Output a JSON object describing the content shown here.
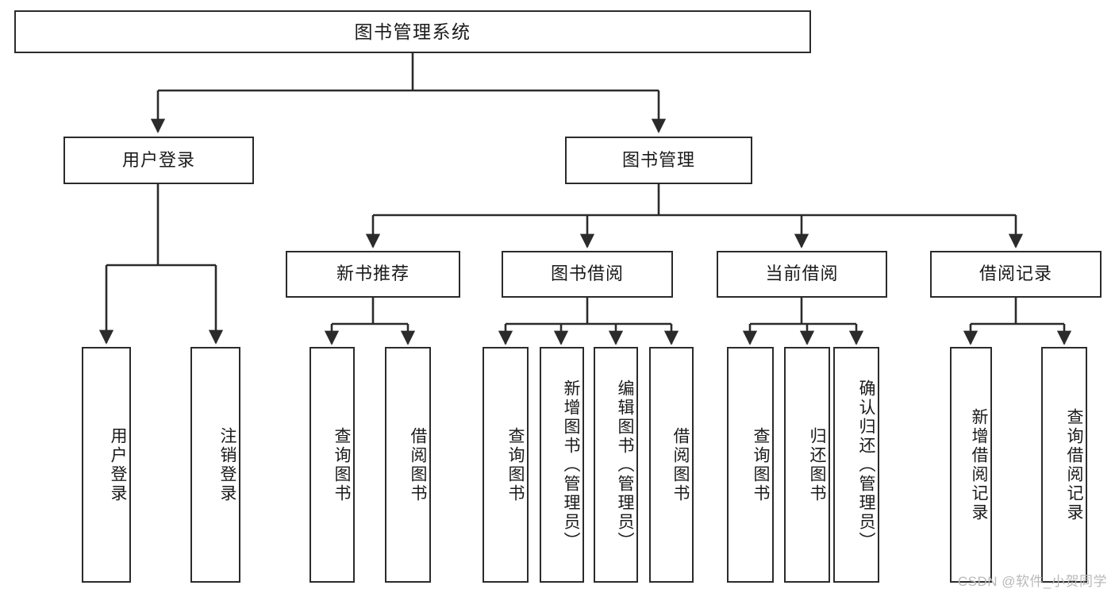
{
  "diagram": {
    "title": "图书管理系统",
    "type": "tree-hierarchy-chart",
    "colors": {
      "box_border": "#2b2b2b",
      "box_fill": "#ffffff",
      "edge": "#2b2b2b",
      "background": "#ffffff",
      "watermark": "#b9b9b9"
    },
    "root": {
      "label": "图书管理系统"
    },
    "level1": [
      {
        "label": "用户登录"
      },
      {
        "label": "图书管理"
      }
    ],
    "level2": [
      {
        "label": "新书推荐"
      },
      {
        "label": "图书借阅"
      },
      {
        "label": "当前借阅"
      },
      {
        "label": "借阅记录"
      }
    ],
    "leaves": {
      "user_login": [
        {
          "label": "用户登录"
        },
        {
          "label": "注销登录"
        }
      ],
      "new_book_recommend": [
        {
          "label": "查询图书"
        },
        {
          "label": "借阅图书"
        }
      ],
      "book_borrow": [
        {
          "label": "查询图书"
        },
        {
          "label": "新增图书（管理员）"
        },
        {
          "label": "编辑图书（管理员）"
        },
        {
          "label": "借阅图书"
        }
      ],
      "current_borrow": [
        {
          "label": "查询图书"
        },
        {
          "label": "归还图书"
        },
        {
          "label": "确认归还（管理员）"
        }
      ],
      "borrow_record": [
        {
          "label": "新增借阅记录"
        },
        {
          "label": "查询借阅记录"
        }
      ]
    }
  },
  "watermark": {
    "text": "CSDN @软件_小贺同学"
  }
}
